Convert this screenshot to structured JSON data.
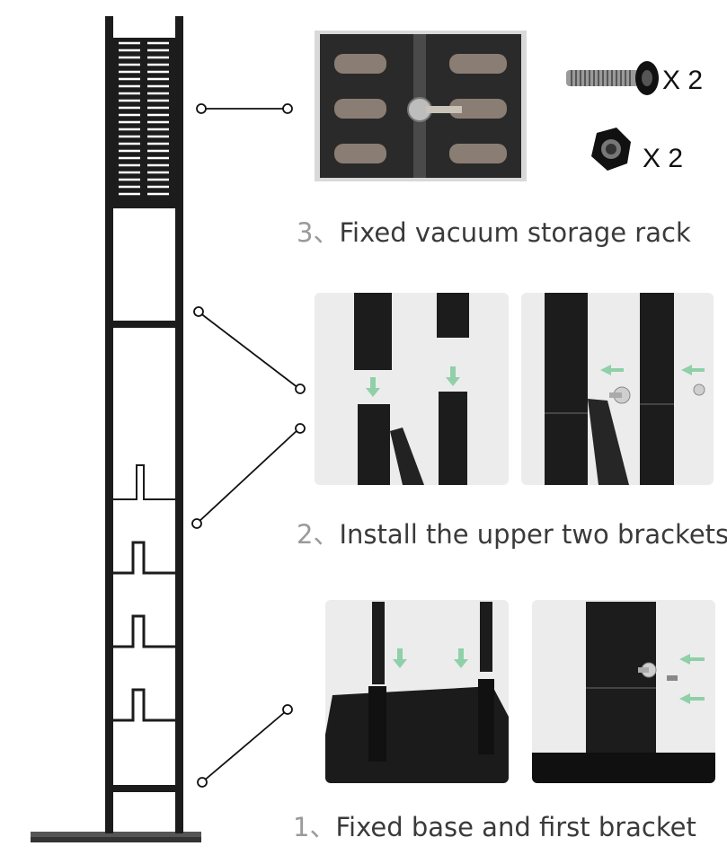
{
  "steps": [
    {
      "num": "3、",
      "text": "Fixed vacuum storage rack"
    },
    {
      "num": "2、",
      "text": "Install the upper two brackets"
    },
    {
      "num": "1、",
      "text": "Fixed base and first bracket"
    }
  ],
  "parts": {
    "screw_qty": "X 2",
    "nut_qty": "X 2"
  },
  "colors": {
    "frame": "#1c1c1c",
    "arrow_green": "#8fd0a8",
    "panel_bg": "#ececec",
    "caption_text": "#3a3a3a",
    "caption_number": "#9a9a9a"
  }
}
